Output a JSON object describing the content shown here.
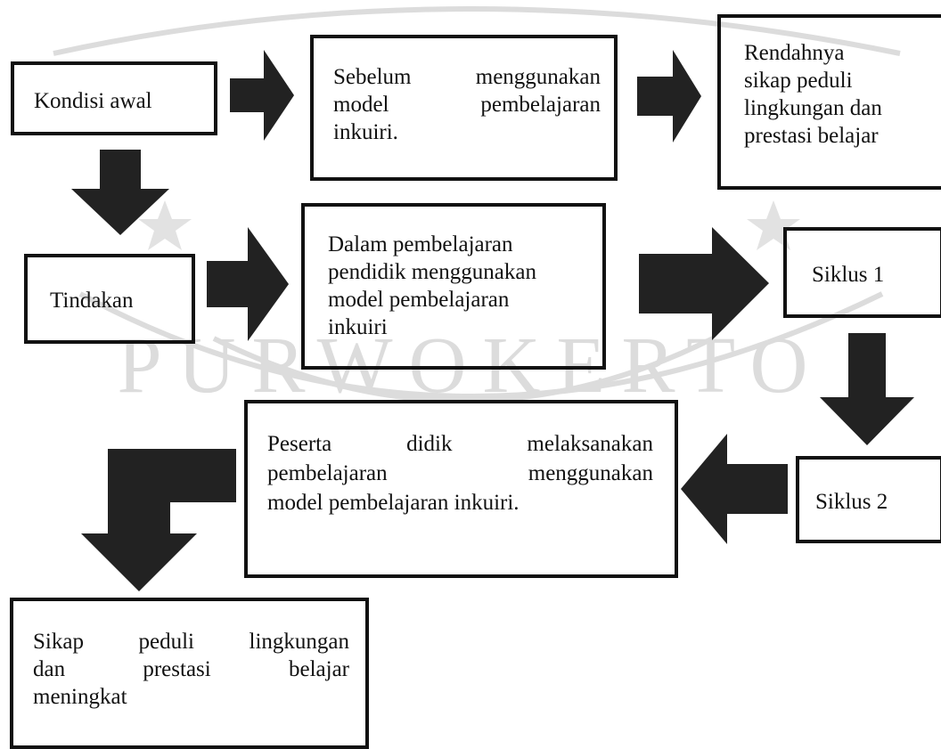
{
  "diagram": {
    "nodes": {
      "kondisi_awal": {
        "label": "Kondisi awal"
      },
      "sebelum": {
        "lines": [
          "Sebelum menggunakan",
          "model pembelajaran",
          "inkuiri."
        ]
      },
      "rendahnya": {
        "lines": [
          "Rendahnya",
          "sikap peduli",
          "lingkungan dan",
          "prestasi belajar"
        ]
      },
      "tindakan": {
        "label": "Tindakan"
      },
      "dalam": {
        "lines": [
          "Dalam pembelajaran",
          "pendidik menggunakan",
          "model pembelajaran",
          "inkuiri"
        ]
      },
      "siklus1": {
        "label": "Siklus 1"
      },
      "siklus2": {
        "label": "Siklus 2"
      },
      "peserta": {
        "lines": [
          "Peserta didik melaksanakan",
          "pembelajaran menggunakan",
          "model pembelajaran inkuiri."
        ]
      },
      "hasil": {
        "lines": [
          "Sikap peduli lingkungan",
          "dan prestasi belajar",
          "meningkat"
        ]
      }
    },
    "watermark": {
      "text": "PURWOKERTO"
    },
    "colors": {
      "arrow": "#222222",
      "border": "#111111",
      "watermark": "#dcdcdc"
    }
  }
}
